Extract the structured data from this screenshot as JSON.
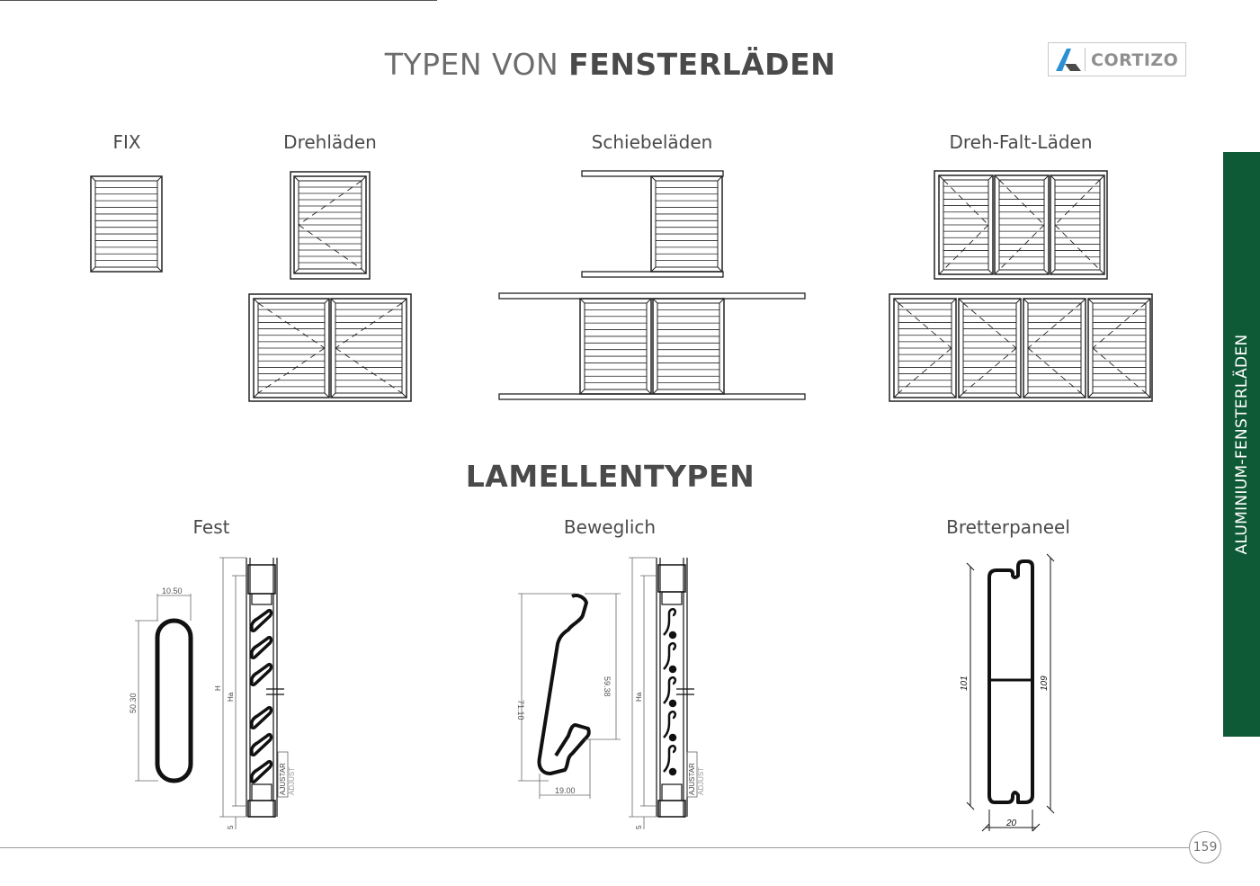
{
  "page": {
    "title_light": "TYPEN VON",
    "title_bold": "FENSTERLÄDEN",
    "logo_text": "CORTIZO",
    "side_tab": "ALUMINIUM-FENSTERLÄDEN",
    "page_number": "159"
  },
  "shutter_types": {
    "fix": "FIX",
    "drehladen": "Drehläden",
    "schiebeladen": "Schiebeläden",
    "dreh_falt": "Dreh-Falt-Läden"
  },
  "lamellen": {
    "title": "LAMELLENTYPEN",
    "fest": "Fest",
    "beweglich": "Beweglich",
    "bretterpaneel": "Bretterpaneel"
  },
  "dimensions": {
    "fest_width": "10.50",
    "fest_height": "50.30",
    "fest_h": "H",
    "fest_ha": "Ha",
    "fest_five": "5",
    "fest_ajustar": "AJUSTAR",
    "fest_adjust": "ADJUST",
    "bew_height": "71.10",
    "bew_inner": "59.38",
    "bew_width": "19.00",
    "bew_ha": "Ha",
    "bew_five": "5",
    "bew_ajustar": "AJUSTAR",
    "bew_adjust": "ADJUST",
    "bp_left": "101",
    "bp_right": "109",
    "bp_width": "20"
  }
}
